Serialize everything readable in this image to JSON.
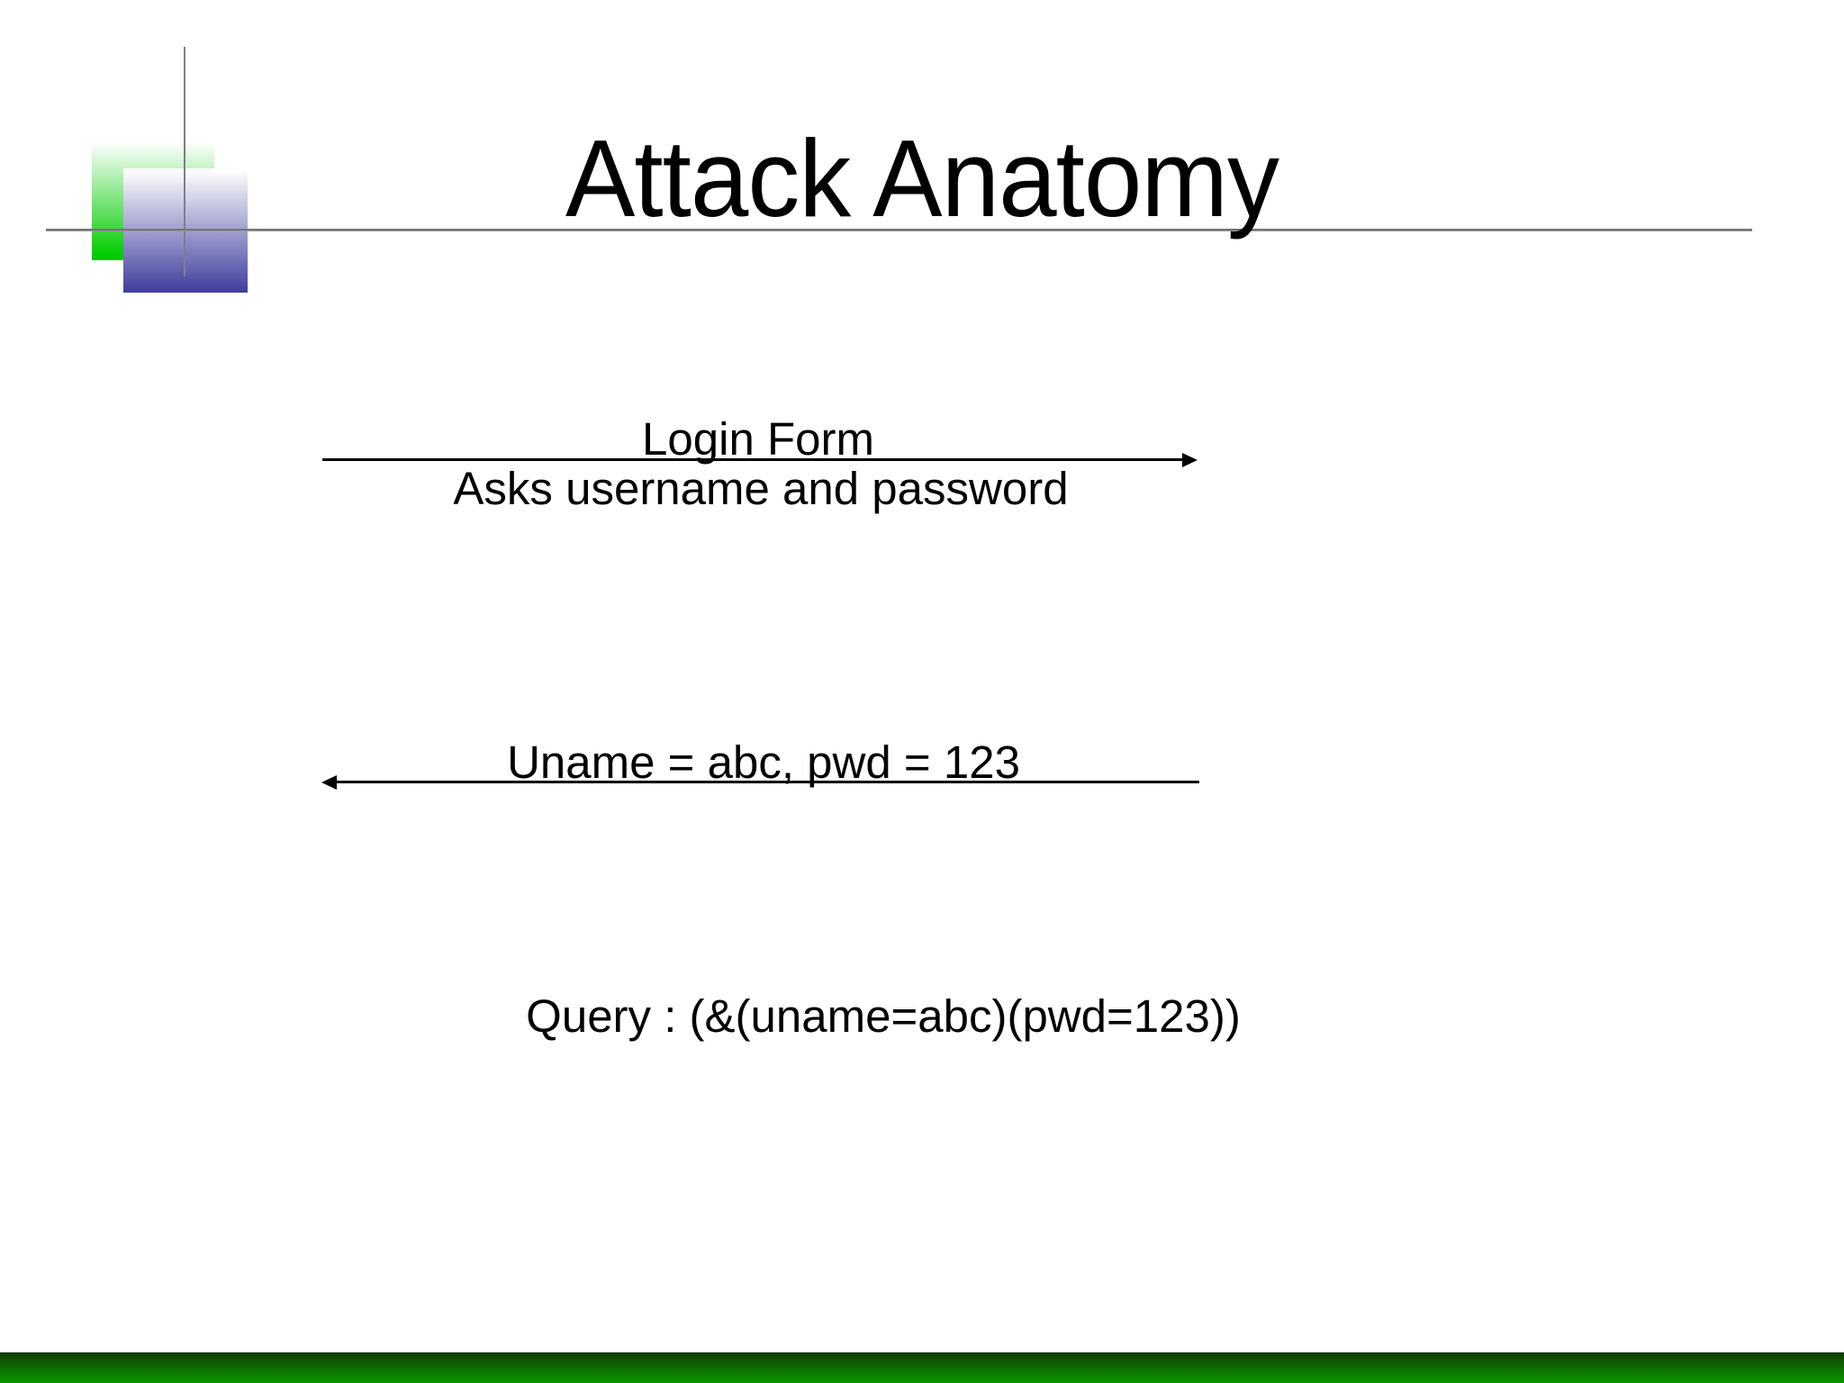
{
  "slide": {
    "title": "Attack Anatomy",
    "flow": {
      "request": {
        "direction": "right",
        "label_top": "Login Form",
        "label_bottom": "Asks username and password"
      },
      "response": {
        "direction": "left",
        "label": "Uname = abc, pwd = 123"
      },
      "query": "Query : (&(uname=abc)(pwd=123))"
    },
    "colors": {
      "text": "#000000",
      "rule_gray": "#7f7f87",
      "logo_green": "#00cc00",
      "logo_blue": "#3e3e9e",
      "footer_green_dark": "#113c01",
      "footer_green_bright": "#0b9801"
    }
  }
}
